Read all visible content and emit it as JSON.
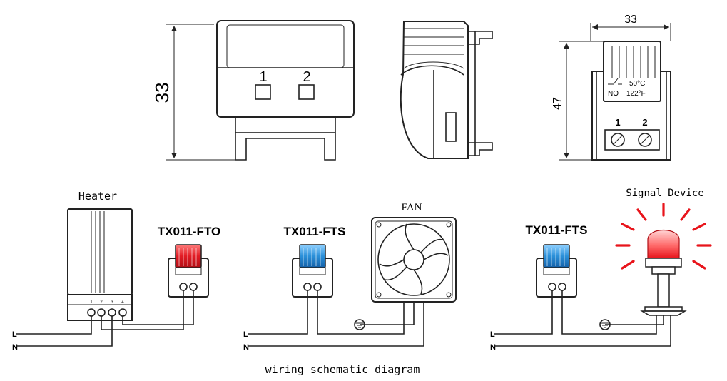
{
  "dimensions": {
    "front_height": "33",
    "side_width": "33",
    "side_height": "47"
  },
  "thermostat_face": {
    "terminal_1": "1",
    "terminal_2": "2",
    "contact_type": "NO",
    "temp_c": "50°C",
    "temp_f": "122°F"
  },
  "circuits": {
    "heater_label": "Heater",
    "heater_model": "TX011-FTO",
    "fan_label": "FAN",
    "fan_model": "TX011-FTS",
    "signal_label": "Signal Device",
    "signal_model": "TX011-FTS",
    "line_L": "L",
    "line_N": "N"
  },
  "caption": "wiring schematic diagram",
  "colors": {
    "fto_cap": "#e11b24",
    "fts_cap": "#2a8fd8",
    "signal_lamp": "#e8141b"
  }
}
